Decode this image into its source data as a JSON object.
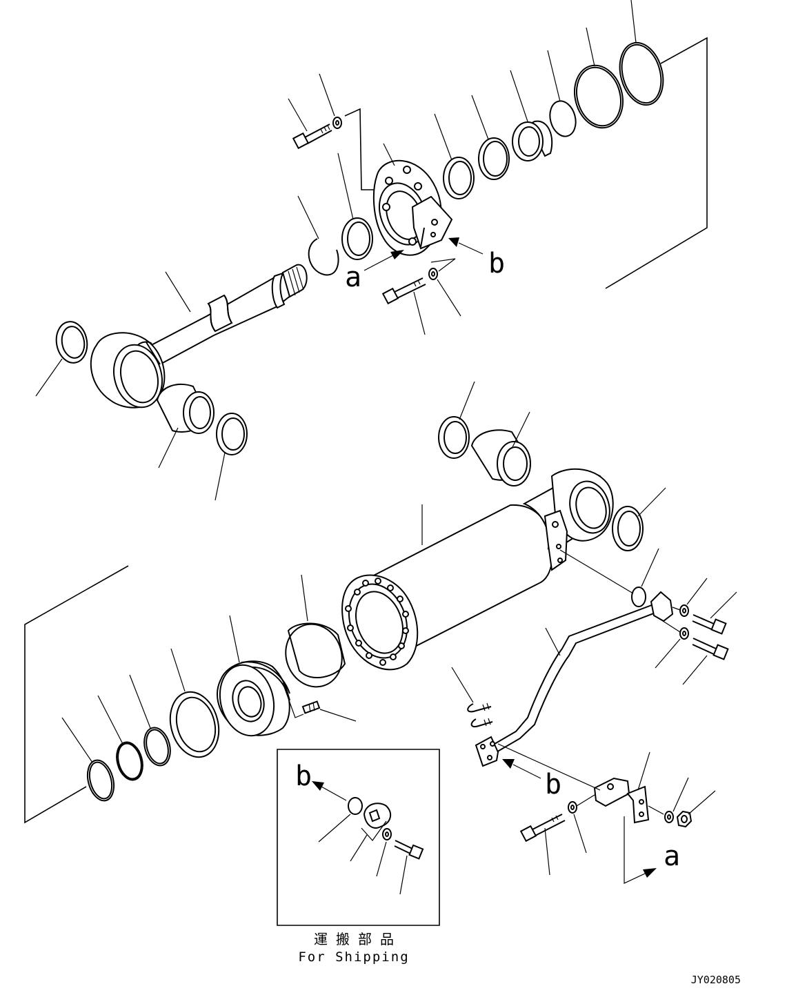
{
  "callouts": {
    "a_upper": "a",
    "b_upper": "b",
    "b_inset": "b",
    "b_lower": "b",
    "a_lower": "a"
  },
  "inset": {
    "title_jp": "運 搬 部 品",
    "title_en": "For Shipping"
  },
  "drawing_code": "JY020805",
  "colors": {
    "line": "#000000",
    "background": "#ffffff"
  }
}
